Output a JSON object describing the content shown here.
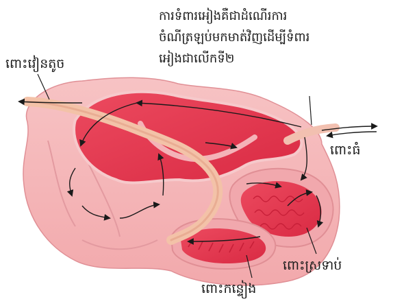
{
  "caption": {
    "lines": [
      "ការទំពារអៀងគឺជាដំណើរការ",
      "ចំណីត្រឡប់មកមាត់វិញដើម្បីទំពារ",
      "អៀងជាលើកទី២"
    ]
  },
  "labels": {
    "small_stomach": "ពោះវៀនតូច",
    "large_stomach": "ពោះធំ",
    "rectum": "ពោះស្រទាប់",
    "colon": "ពោះកន្ទៀង"
  },
  "colors": {
    "outer_wall": "#f6b7b9",
    "inner_red": "#e8374e",
    "esophagus": "#f3c2a8",
    "arrow": "#1a1a1a"
  }
}
